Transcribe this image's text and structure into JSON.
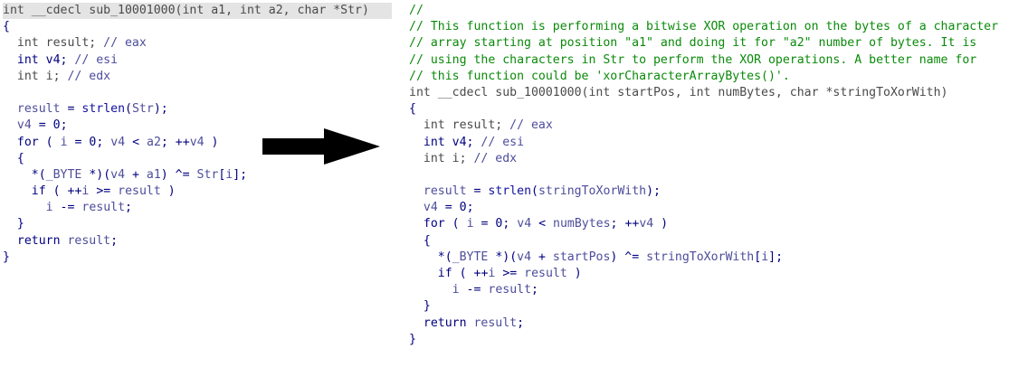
{
  "left": {
    "signature": "int __cdecl sub_10001000(int a1, int a2, char *Str)",
    "var_result": "int result; ",
    "var_result_comment": "// eax",
    "var_v4": "int v4; ",
    "var_v4_comment": "// esi",
    "var_i": "int i; ",
    "var_i_comment": "// edx",
    "strlen_call": "strlen",
    "str_arg": "Str",
    "a1": "a1",
    "a2": "a2"
  },
  "right": {
    "comments": [
      "//",
      "// This function is performing a bitwise XOR operation on the bytes of a character",
      "// array starting at position \"a1\" and doing it for \"a2\" number of bytes. It is",
      "// using the characters in Str to perform the XOR operations. A better name for",
      "// this function could be 'xorCharacterArrayBytes()'."
    ],
    "signature": "int __cdecl sub_10001000(int startPos, int numBytes, char *stringToXorWith)",
    "var_result": "int result; ",
    "var_result_comment": "// eax",
    "var_v4": "int v4; ",
    "var_v4_comment": "// esi",
    "var_i": "int i; ",
    "var_i_comment": "// edx",
    "strlen_call": "strlen",
    "str_arg": "stringToXorWith",
    "start_pos": "startPos",
    "num_bytes": "numBytes"
  },
  "arrow": {
    "icon": "right-arrow-icon",
    "color": "#000000"
  },
  "colors": {
    "keyword": "#000080",
    "variable": "#4d4d9c",
    "comment": "#0a8a0a",
    "highlight_bg": "#e4e4e4"
  }
}
